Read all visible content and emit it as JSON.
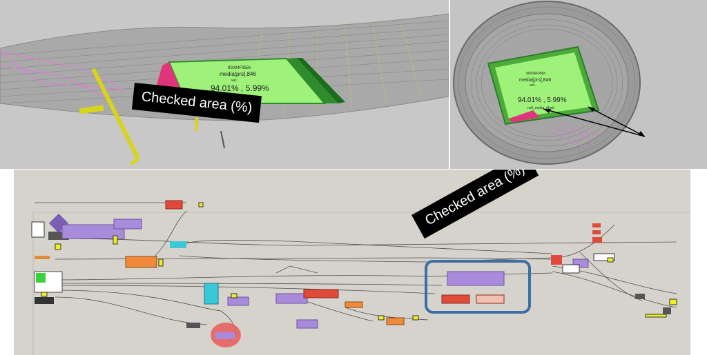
{
  "callouts": {
    "top": "Checked area (%)",
    "bottom": "Checked area (%)"
  },
  "pitch_labels": {
    "code": "90004F958#",
    "media": "media[prs],846",
    "small": "ves",
    "ratio": "94.01% , 5.99%",
    "footer": "nell_media_rflesk"
  },
  "colors": {
    "pitch": "#9ef27a",
    "pitch_dark": "#2e8b2e",
    "magenta": "#e0357a",
    "purple_node": "#a98bdc",
    "red_node": "#e04a3a",
    "orange_node": "#f08a3a",
    "cyan_node": "#3ac8d8",
    "highlight_box": "#3a6fa5",
    "red_blob": "#e85a5a"
  }
}
